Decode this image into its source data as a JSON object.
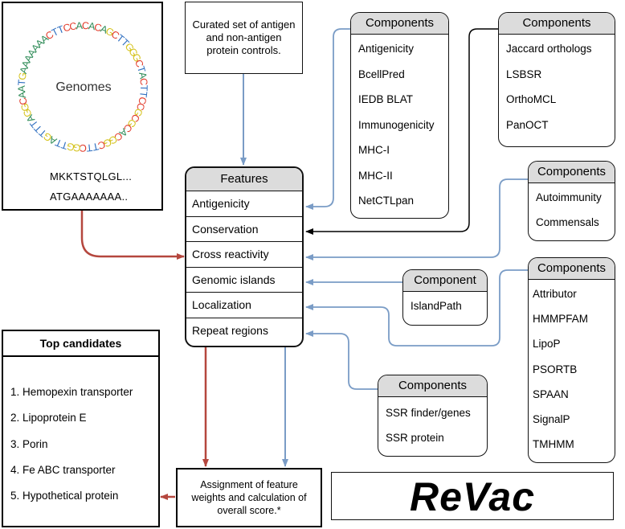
{
  "genomes": {
    "title": "Genomes",
    "ring_text": "GAAAAAAACTTCCACACAGCTTGGGCTACTTCCGCGCACGGCTTCGGTTAGTTTAGGCAAT",
    "sequence1": "MKKTSTQLGL...",
    "sequence2": "ATGAAAAAAA.."
  },
  "curated": {
    "text": "Curated set of antigen and non-antigen protein controls."
  },
  "features": {
    "title": "Features",
    "rows": [
      "Antigenicity",
      "Conservation",
      "Cross reactivity",
      "Genomic islands",
      "Localization",
      "Repeat regions"
    ]
  },
  "components_antigenicity": {
    "title": "Components",
    "items": [
      "Antigenicity",
      "BcellPred",
      "IEDB BLAT",
      "Immunogenicity",
      "MHC-I",
      "MHC-II",
      "NetCTLpan"
    ]
  },
  "components_conservation": {
    "title": "Components",
    "items": [
      "Jaccard orthologs",
      "LSBSR",
      "OrthoMCL",
      "PanOCT"
    ]
  },
  "components_cross": {
    "title": "Components",
    "items": [
      "Autoimmunity",
      "Commensals"
    ]
  },
  "component_islands": {
    "title": "Component",
    "items": [
      "IslandPath"
    ]
  },
  "components_localization": {
    "title": "Components",
    "items": [
      "Attributor",
      "HMMPFAM",
      "LipoP",
      "PSORTB",
      "SPAAN",
      "SignalP",
      "TMHMM"
    ]
  },
  "components_repeat": {
    "title": "Components",
    "items": [
      "SSR finder/genes",
      "SSR protein"
    ]
  },
  "top_candidates": {
    "title": "Top candidates",
    "items": [
      "1. Hemopexin transporter",
      "2. Lipoprotein  E",
      "3. Porin",
      "4. Fe ABC transporter",
      "5. Hypothetical protein"
    ]
  },
  "assignment": {
    "text": "Assignment of feature weights and calculation of overall score.*"
  },
  "logo": {
    "text": "ReVac"
  },
  "colors": {
    "blue_arrow": "#7a9cc6",
    "red_arrow": "#b5473e",
    "black_arrow": "#000000",
    "header_gray": "#dcdcdc",
    "base_A": "#2e8b57",
    "base_C": "#e23b2b",
    "base_G": "#d4c21a",
    "base_T": "#2f6fc0"
  }
}
